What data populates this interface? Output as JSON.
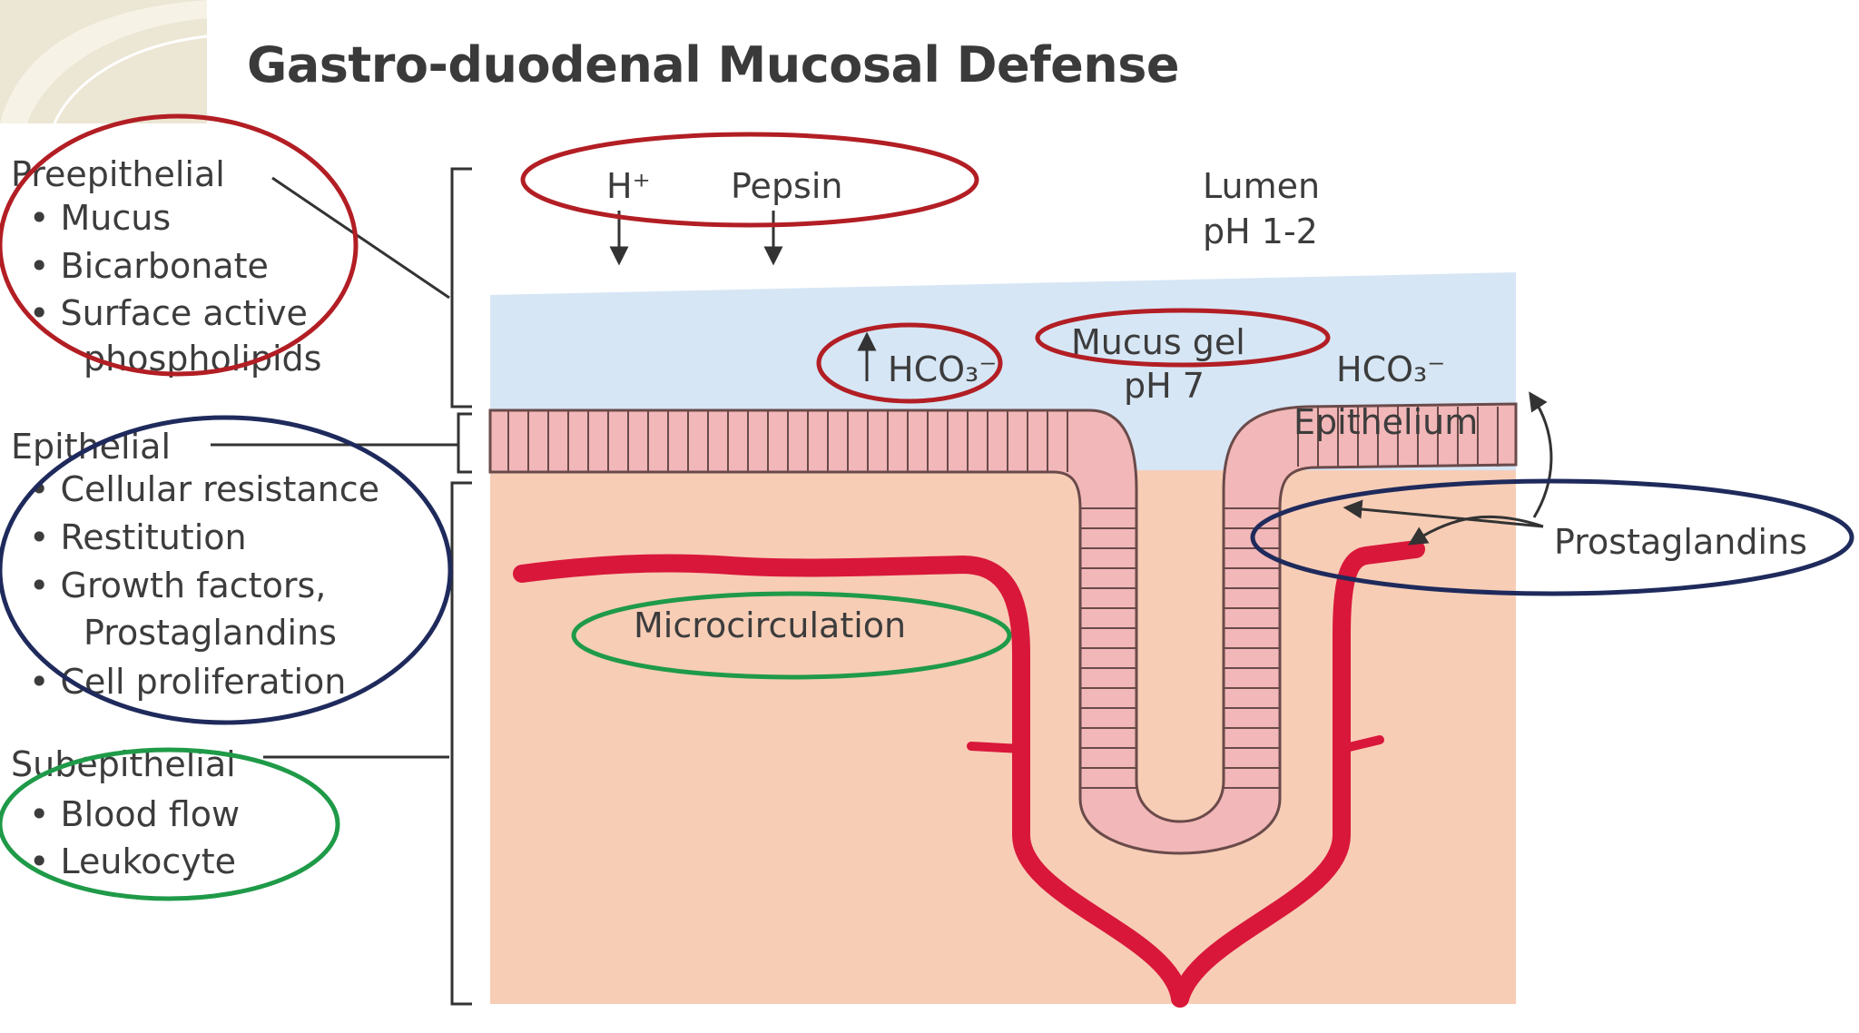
{
  "slide": {
    "title": "Gastro-duodenal Mucosal Defense"
  },
  "left_panel": {
    "preepithelial": {
      "heading": "Preepithelial",
      "items": [
        "• Mucus",
        "• Bicarbonate",
        "• Surface active",
        "phospholipids"
      ]
    },
    "epithelial": {
      "heading": "Epithelial",
      "items": [
        "• Cellular resistance",
        "• Restitution",
        "• Growth factors,",
        "Prostaglandins",
        "• Cell proliferation"
      ]
    },
    "subepithelial": {
      "heading": "Subepithelial",
      "items": [
        "• Blood flow",
        "• Leukocyte"
      ]
    }
  },
  "diagram_labels": {
    "h_plus": "H⁺",
    "pepsin": "Pepsin",
    "lumen": "Lumen",
    "lumen_ph": "pH 1-2",
    "hco3_left": "HCO₃⁻",
    "mucus_gel": "Mucus gel",
    "mucus_ph": "pH 7",
    "hco3_right": "HCO₃⁻",
    "epithelium": "Epithelium",
    "prostaglandins": "Prostaglandins",
    "microcirculation": "Microcirculation"
  },
  "colors": {
    "lumen_blue": "#d6e6f5",
    "tissue_pink": "#f7cdb6",
    "cell_pink": "#f2b7b8",
    "vessel_red": "#d9173a",
    "circle_red": "#b21e24",
    "circle_navy": "#1f2a5c",
    "circle_green": "#1f9a48",
    "title_gray": "#3a3a3a"
  }
}
